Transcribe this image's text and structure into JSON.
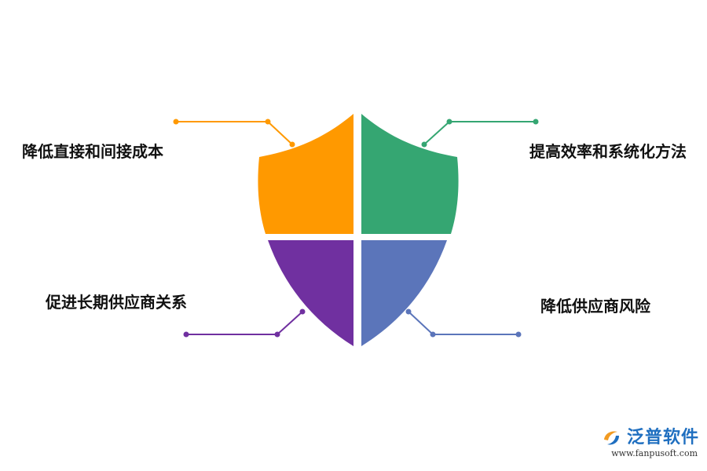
{
  "quadrants": {
    "top_left": {
      "label": "降低直接和间接成本",
      "color": "#FF9900"
    },
    "top_right": {
      "label": "提高效率和系统化方法",
      "color": "#35A672"
    },
    "bottom_left": {
      "label": "促进长期供应商关系",
      "color": "#7030A0"
    },
    "bottom_right": {
      "label": "降低供应商风险",
      "color": "#5B75BA"
    }
  },
  "logo": {
    "name": "泛普软件",
    "url": "www.fanpusoft.com",
    "icon": "fanpu-logo-icon",
    "colors": {
      "blue": "#1f6fc0",
      "orange": "#f29b22"
    }
  }
}
